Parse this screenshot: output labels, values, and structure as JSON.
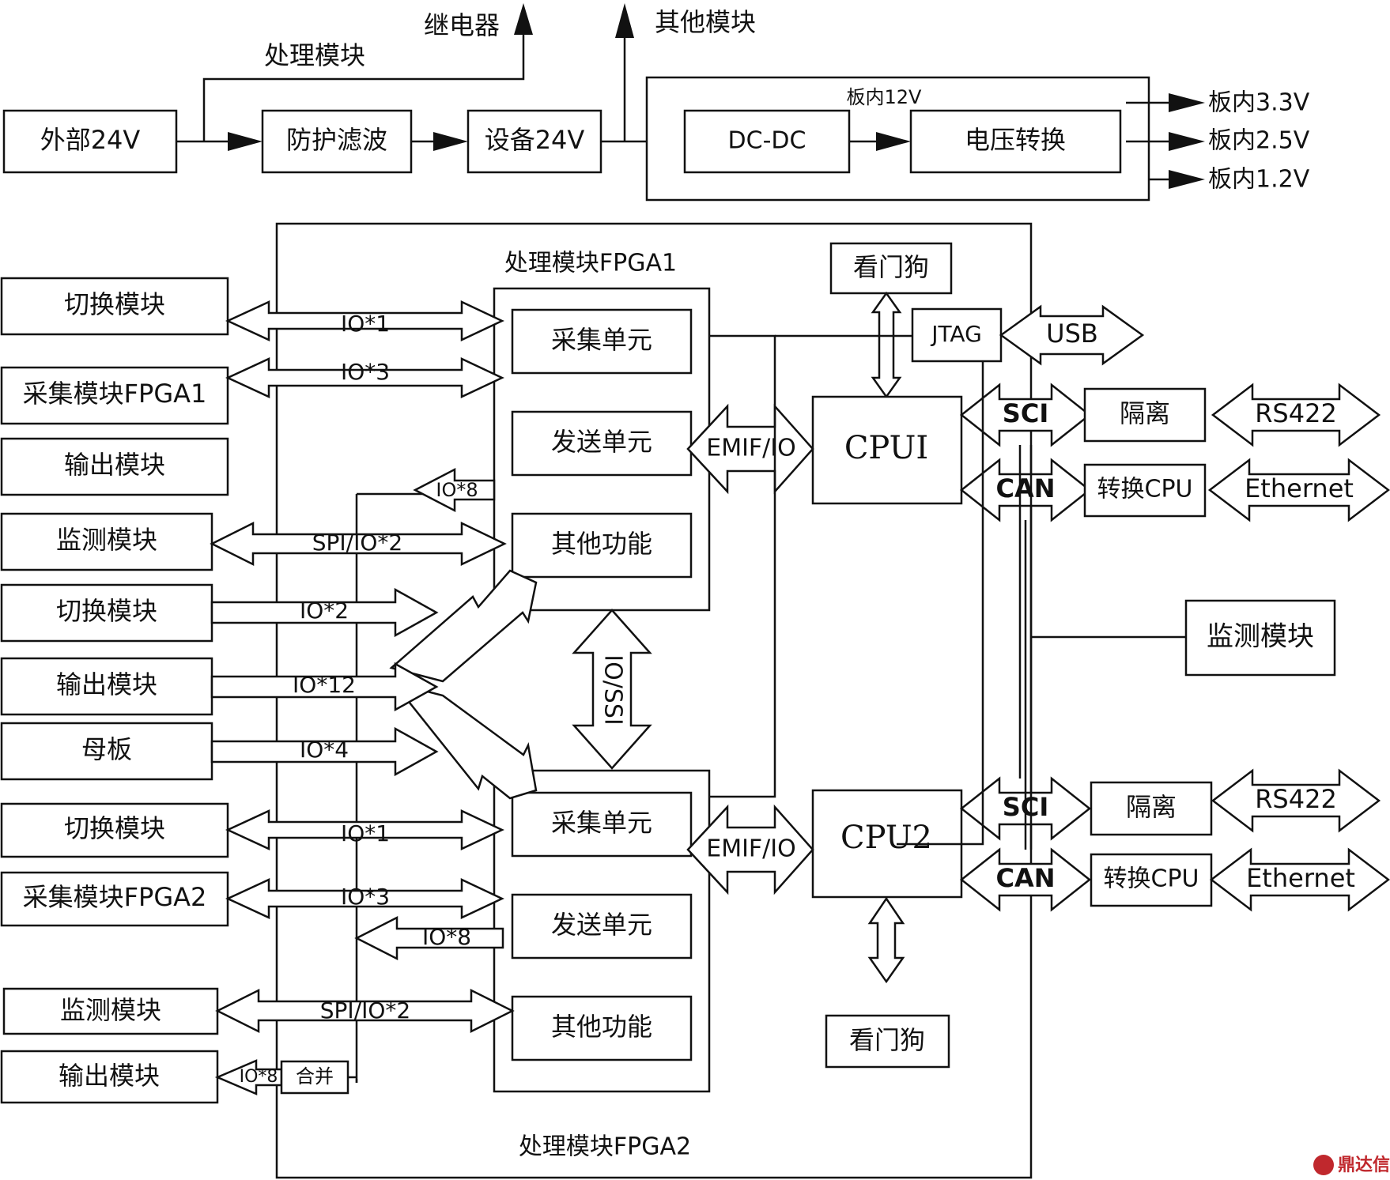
{
  "power": {
    "external": "外部24V",
    "protect": "防护滤波",
    "device": "设备24V",
    "processing": "处理模块",
    "relay": "继电器",
    "other_modules": "其他模块",
    "board_12v": "板内12V",
    "dcdc": "DC-DC",
    "voltage_conv": "电压转换",
    "out_33": "板内3.3V",
    "out_25": "板内2.5V",
    "out_12": "板内1.2V"
  },
  "fpga1": {
    "title": "处理模块FPGA1",
    "collect": "采集单元",
    "send": "发送单元",
    "other": "其他功能"
  },
  "fpga2": {
    "title": "处理模块FPGA2",
    "collect": "采集单元",
    "send": "发送单元",
    "other": "其他功能"
  },
  "left_modules": [
    "切换模块",
    "采集模块FPGA1",
    "输出模块",
    "监测模块",
    "切换模块",
    "输出模块",
    "母板",
    "切换模块",
    "采集模块FPGA2",
    "监测模块",
    "输出模块"
  ],
  "signals": {
    "io1_top": "IO*1",
    "io3_top": "IO*3",
    "io8_top": "IO*8",
    "spi_top": "SPI/IO*2",
    "io2": "IO*2",
    "io12": "IO*12",
    "io4": "IO*4",
    "io1_bot": "IO*1",
    "io3_bot": "IO*3",
    "io8_bot": "IO*8",
    "spi_bot": "SPI/IO*2",
    "io8_out": "IO*8",
    "merge": "合并",
    "io_ssi": "IO/SSI",
    "emif1": "EMIF/IO",
    "emif2": "EMIF/IO"
  },
  "cpu1": {
    "label": "CPUI",
    "watchdog": "看门狗",
    "jtag": "JTAG",
    "usb": "USB",
    "sci": "SCI",
    "can": "CAN",
    "isolation": "隔离",
    "conv_cpu": "转换CPU",
    "rs422": "RS422",
    "ethernet": "Ethernet"
  },
  "cpu2": {
    "label": "CPU2",
    "watchdog": "看门狗",
    "sci": "SCI",
    "can": "CAN",
    "isolation": "隔离",
    "conv_cpu": "转换CPU",
    "rs422": "RS422",
    "ethernet": "Ethernet"
  },
  "monitor": "监测模块",
  "watermark": "鼎达信"
}
